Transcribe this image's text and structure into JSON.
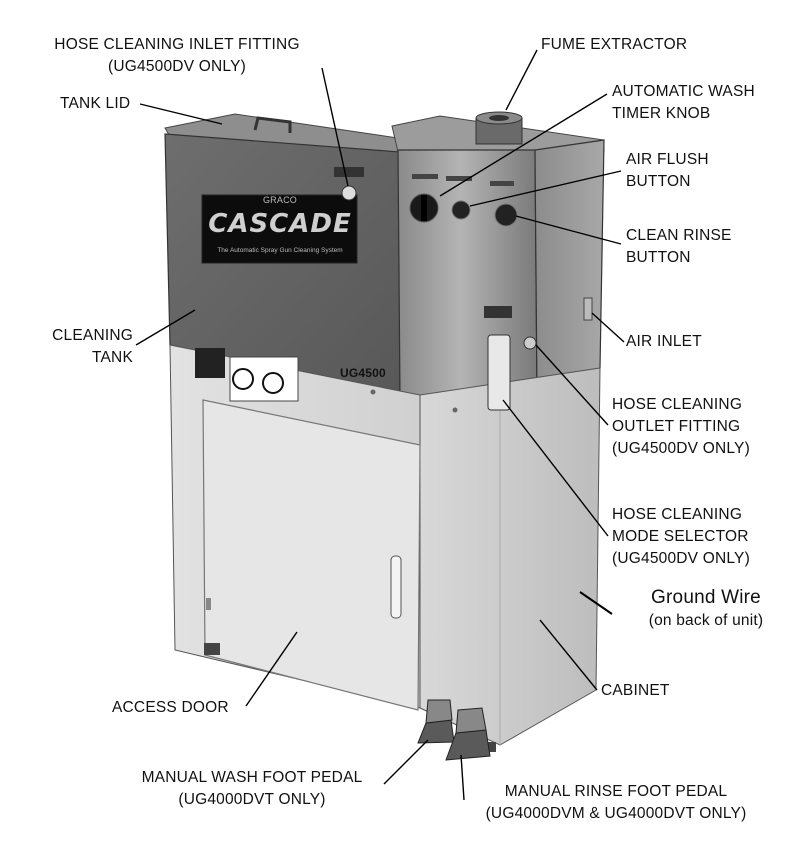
{
  "labels": {
    "hose_inlet_fitting": [
      "HOSE CLEANING INLET FITTING",
      "(UG4500DV ONLY)"
    ],
    "fume_extractor": [
      "FUME EXTRACTOR"
    ],
    "tank_lid": [
      "TANK LID"
    ],
    "auto_wash_timer": [
      "AUTOMATIC WASH",
      "TIMER KNOB"
    ],
    "air_flush": [
      "AIR FLUSH",
      "BUTTON"
    ],
    "clean_rinse": [
      "CLEAN RINSE",
      "BUTTON"
    ],
    "cleaning_tank": [
      "CLEANING",
      "TANK"
    ],
    "air_inlet": [
      "AIR INLET"
    ],
    "hose_outlet_fitting": [
      "HOSE CLEANING",
      "OUTLET FITTING",
      "(UG4500DV ONLY)"
    ],
    "hose_mode_selector": [
      "HOSE CLEANING",
      "MODE SELECTOR",
      "(UG4500DV ONLY)"
    ],
    "ground_wire": [
      "Ground Wire",
      "(on back of unit)"
    ],
    "access_door": [
      "ACCESS DOOR"
    ],
    "cabinet": [
      "CABINET"
    ],
    "manual_wash_pedal": [
      "MANUAL WASH FOOT PEDAL",
      "(UG4000DVT ONLY)"
    ],
    "manual_rinse_pedal": [
      "MANUAL RINSE FOOT PEDAL",
      "(UG4000DVM & UG4000DVT ONLY)"
    ]
  },
  "machine": {
    "brand": "CASCADE",
    "brand_top": "GRACO",
    "tagline": "The Automatic Spray Gun Cleaning System",
    "model": "UG4500"
  }
}
